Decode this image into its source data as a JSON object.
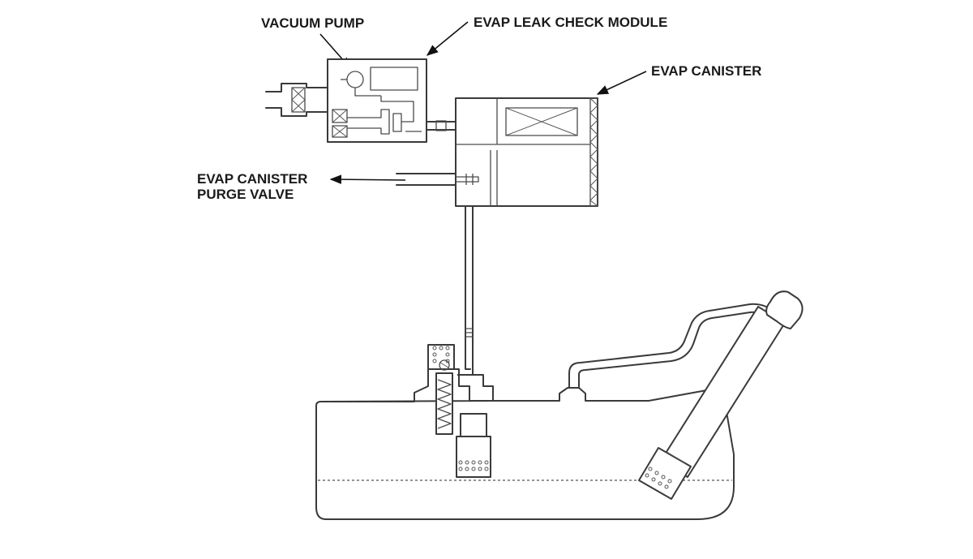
{
  "labels": {
    "vacuum_pump": "VACUUM PUMP",
    "leak_check_module": "EVAP LEAK CHECK MODULE",
    "canister": "EVAP CANISTER",
    "purge_valve_line1": "EVAP CANISTER",
    "purge_valve_line2": "PURGE VALVE"
  }
}
